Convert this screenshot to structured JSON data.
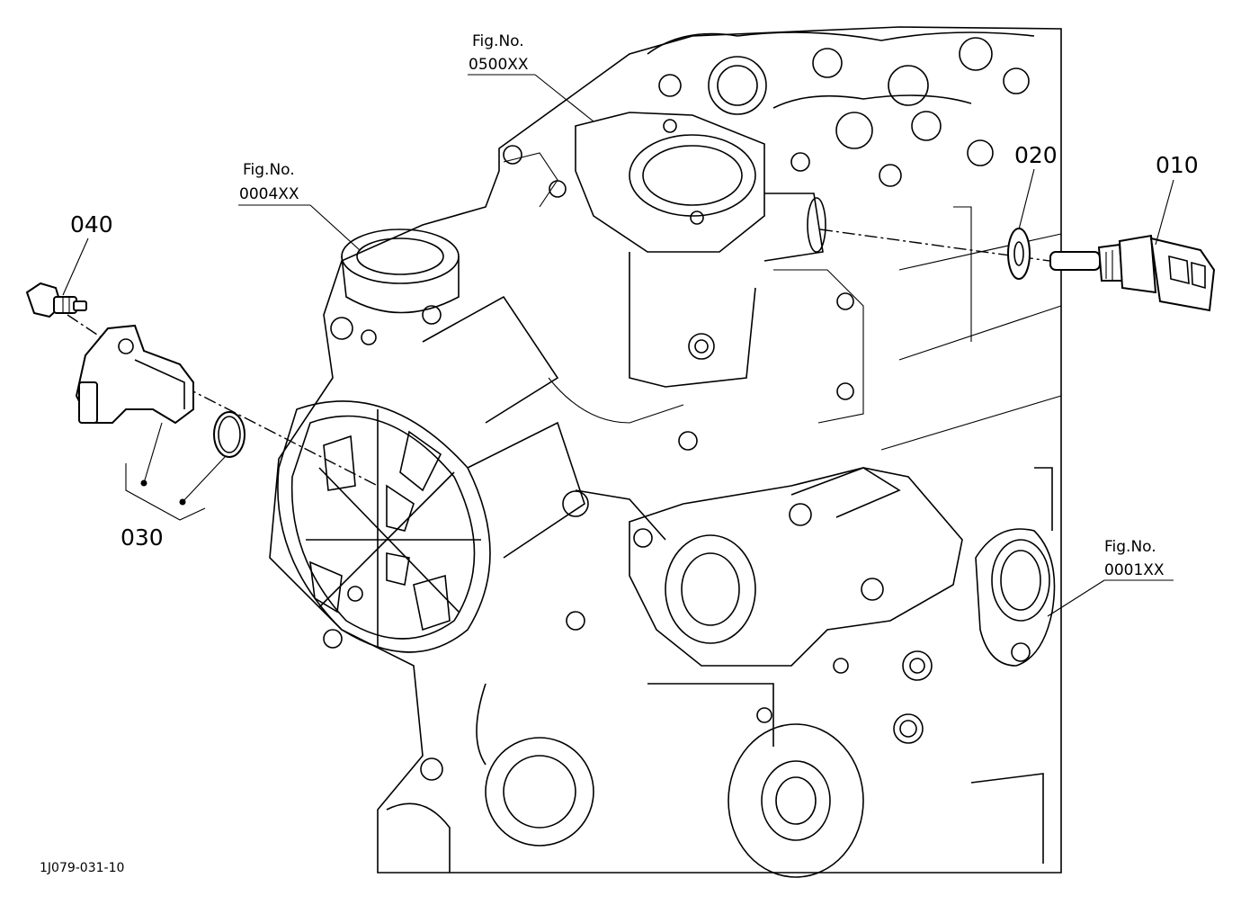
{
  "diagram": {
    "drawing_code": "1J079-031-10",
    "fig_refs": [
      {
        "id": "fig-0500",
        "line1": "Fig.No.",
        "line2": "0500XX"
      },
      {
        "id": "fig-0004",
        "line1": "Fig.No.",
        "line2": "0004XX"
      },
      {
        "id": "fig-0001",
        "line1": "Fig.No.",
        "line2": "0001XX"
      }
    ],
    "callouts": [
      {
        "id": "p010",
        "label": "010"
      },
      {
        "id": "p020",
        "label": "020"
      },
      {
        "id": "p030",
        "label": "030"
      },
      {
        "id": "p040",
        "label": "040"
      }
    ]
  }
}
